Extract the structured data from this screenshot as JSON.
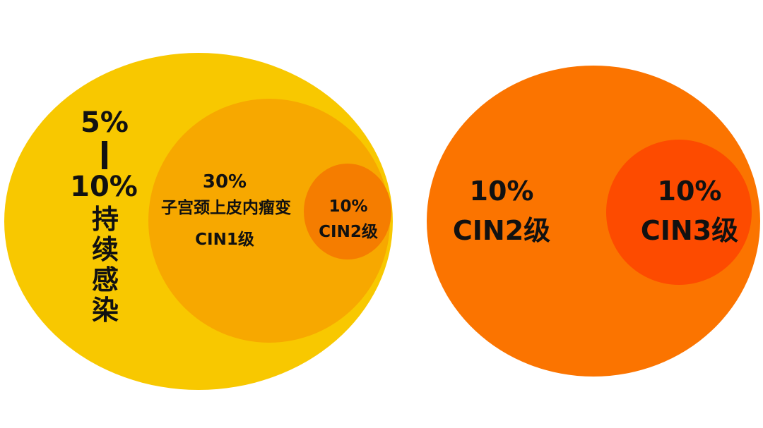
{
  "left_diagram": {
    "outer": {
      "percent_low": "5%",
      "dash": "—",
      "percent_high": "10%",
      "label": "持续感染",
      "color": "#f8c800"
    },
    "middle": {
      "percent": "30%",
      "name": "子宫颈上皮内瘤变",
      "grade": "CIN1级",
      "color": "#f7a800"
    },
    "inner": {
      "percent": "10%",
      "grade": "CIN2级",
      "color": "#f57d00"
    }
  },
  "right_diagram": {
    "outer": {
      "percent": "10%",
      "grade": "CIN2级",
      "color": "#fb7400"
    },
    "inner": {
      "percent": "10%",
      "grade": "CIN3级",
      "color": "#fd4b00"
    }
  }
}
